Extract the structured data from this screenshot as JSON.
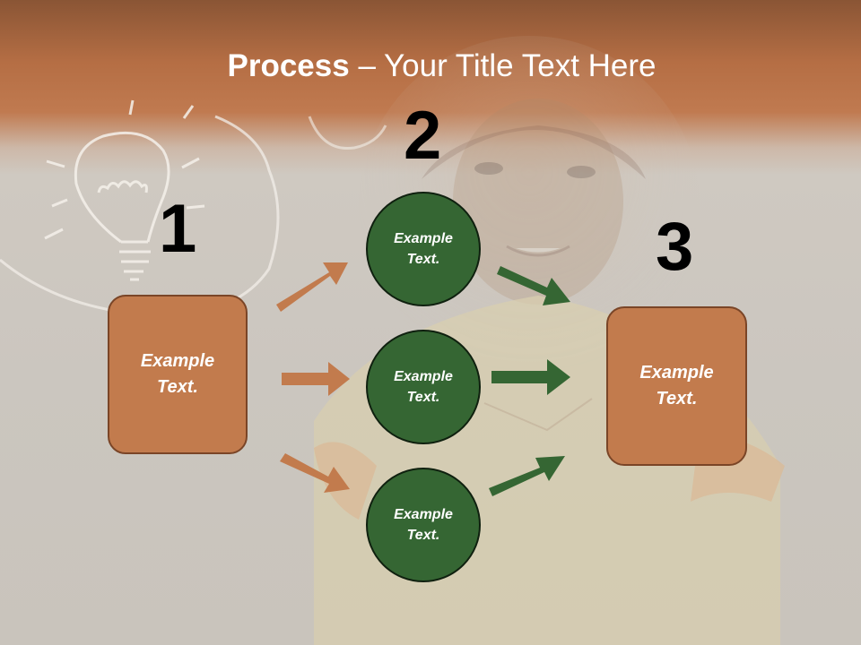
{
  "title": {
    "bold": "Process",
    "rest": " – Your Title Text Here"
  },
  "steps": {
    "one": {
      "number": "1",
      "text": "Example Text."
    },
    "two": {
      "number": "2",
      "circles": [
        "Example Text.",
        "Example Text.",
        "Example Text."
      ]
    },
    "three": {
      "number": "3",
      "text": "Example Text."
    }
  },
  "colors": {
    "box_fill": "#c27b4d",
    "circle_fill": "#356633",
    "arrow_orange": "#c27b4d",
    "arrow_green": "#356633"
  }
}
